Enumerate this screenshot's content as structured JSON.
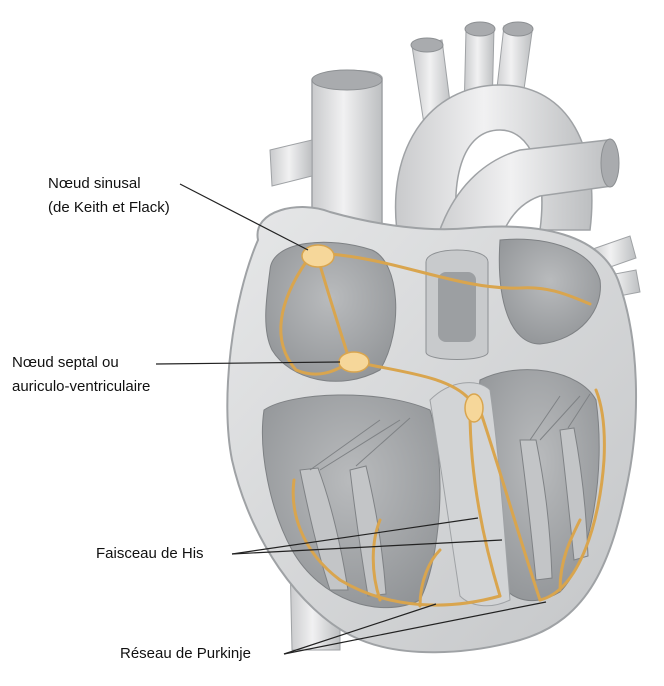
{
  "labels": {
    "sinus_node_line1": "Nœud sinusal",
    "sinus_node_line2": "(de Keith et Flack)",
    "av_node_line1": "Nœud septal ou",
    "av_node_line2": "auriculo-ventriculaire",
    "bundle_of_his": "Faisceau de His",
    "purkinje_network": "Réseau de Purkinje"
  },
  "colors": {
    "tissue": "#d9dadb",
    "tissue_dark": "#b7b9bb",
    "conduction": "#f6d79a",
    "conduction_stroke": "#d9a54e",
    "leader_line": "#222222"
  }
}
